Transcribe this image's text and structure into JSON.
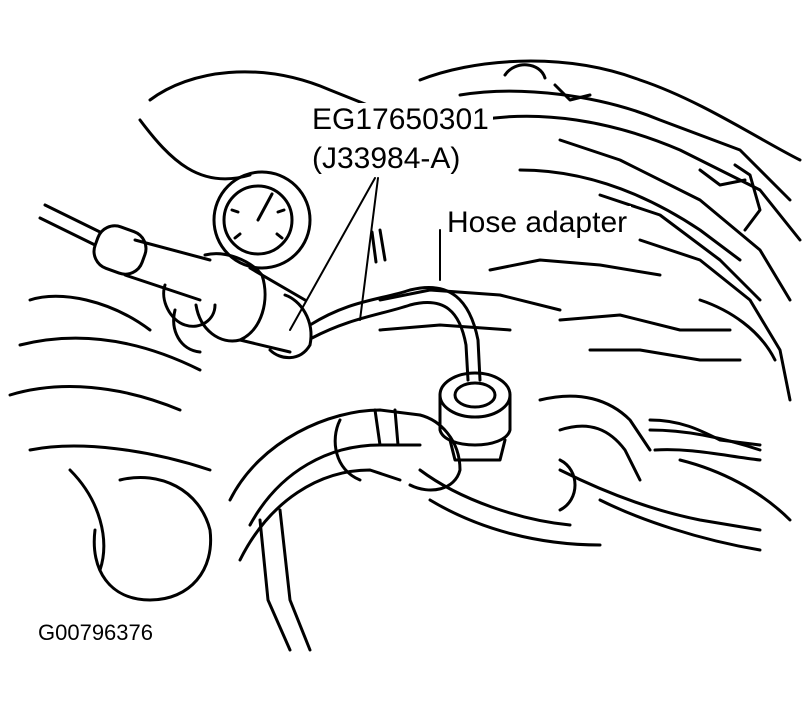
{
  "labels": {
    "part_number": "EG17650301",
    "alt_part_number": "(J33984-A)",
    "hose_adapter": "Hose adapter"
  },
  "figure_id": "G00796376",
  "colors": {
    "ink": "#000000",
    "paper": "#ffffff"
  }
}
